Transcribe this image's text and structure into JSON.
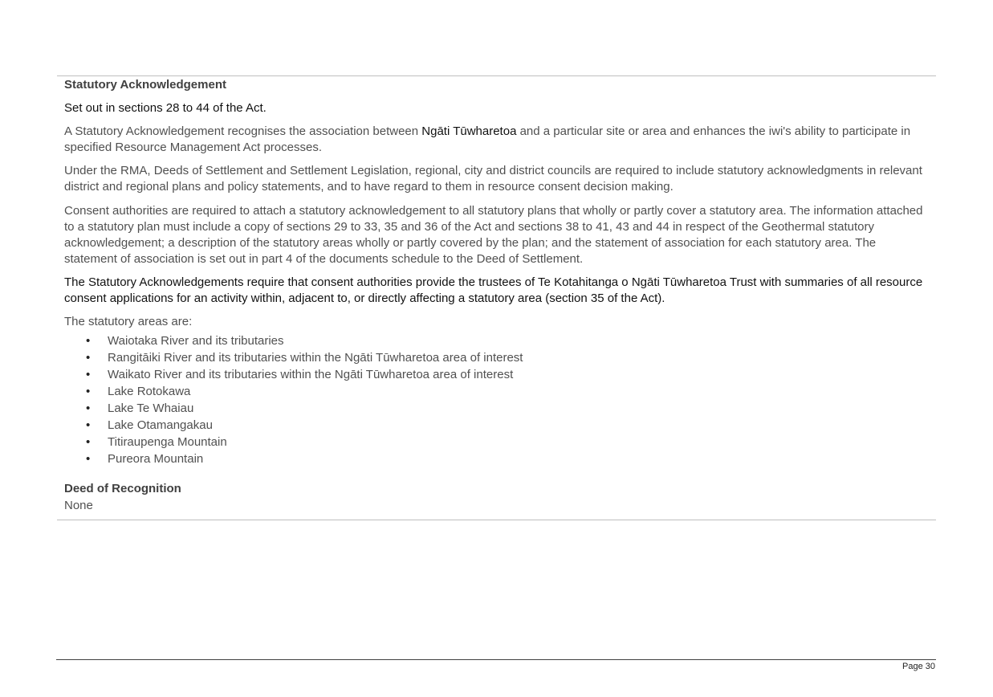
{
  "section": {
    "title": "Statutory Acknowledgement",
    "intro": "Set out in sections 28 to 44 of the Act.",
    "p1": {
      "before": "A Statutory Acknowledgement recognises the association between ",
      "highlight": "Ngāti Tūwharetoa",
      "after": " and a particular site or area and enhances the iwi's ability to participate in specified Resource Management Act processes."
    },
    "p2": "Under the RMA, Deeds of Settlement and Settlement Legislation, regional, city and district councils are required to include statutory acknowledgments in relevant district and regional plans and policy statements, and to have regard to them in resource consent decision making.",
    "p3": "Consent authorities are required to attach a statutory acknowledgement to all statutory plans that wholly or partly cover a statutory area. The information attached to a statutory plan must include a copy of sections 29 to 33, 35 and 36 of the Act and sections 38 to 41, 43 and 44 in respect of the Geothermal statutory acknowledgement; a description of the statutory areas wholly or partly covered by the plan; and the statement of association for each statutory area. The statement of association is set out in part 4 of the documents schedule to the Deed of Settlement.",
    "p4": "The Statutory Acknowledgements require that consent authorities provide the trustees of Te Kotahitanga o Ngāti Tūwharetoa Trust with summaries of all resource consent applications for an activity within, adjacent to, or directly affecting a statutory area (section 35 of the Act).",
    "areas_intro": "The statutory areas are:",
    "bullet": "•",
    "areas": [
      "Waiotaka River and its tributaries",
      "Rangitāiki River and its tributaries within the Ngāti Tūwharetoa area of interest",
      "Waikato River and its tributaries within the Ngāti Tūwharetoa area of interest",
      "Lake Rotokawa",
      "Lake Te Whaiau",
      "Lake Otamangakau",
      "Titiraupenga Mountain",
      "Pureora Mountain"
    ]
  },
  "deed": {
    "title": "Deed of Recognition",
    "value": "None"
  },
  "footer": {
    "page": "Page 30"
  }
}
